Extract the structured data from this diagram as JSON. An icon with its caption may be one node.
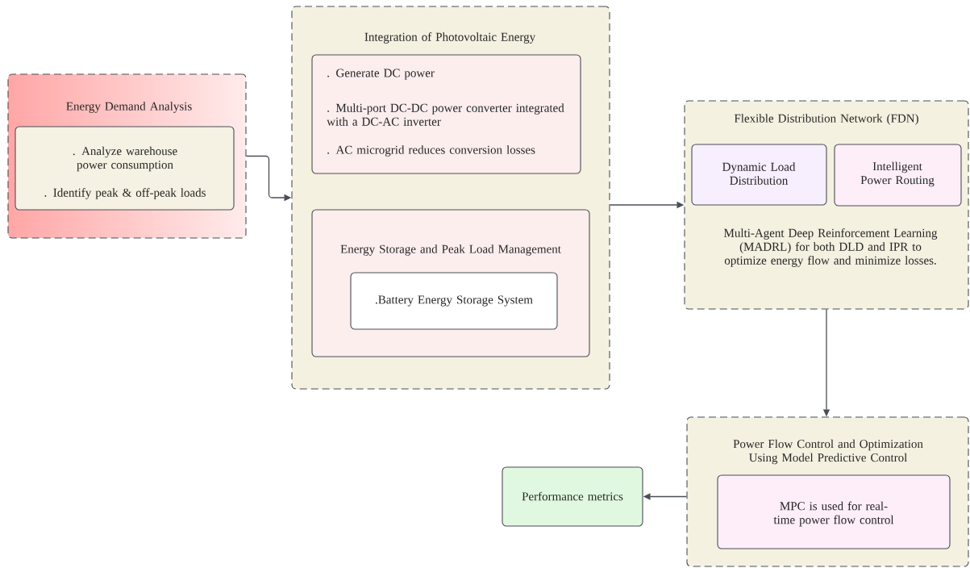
{
  "diagram": {
    "nodes": [
      {
        "text": [
          "Energy Demand  Analysis"
        ]
      },
      {
        "text": [
          ". Analyze warehouse power consumption",
          ". Identify peak & off-peak loads"
        ],
        "in": 0
      },
      {
        "text": [
          "Integration of Photovoltaic Energy"
        ]
      },
      {
        "text": [
          ". Generate DC power",
          ". Multi-port DC-DC power converter integrated with a DC-AC inverter",
          ". AC microgrid reduces conversion losses"
        ],
        "in": 2
      },
      {
        "text": [
          "Energy Storage and Peak Load Management"
        ],
        "in": 2
      },
      {
        "text": [
          ".Battery Energy Storage System"
        ],
        "in": 4
      },
      {
        "text": [
          "Flexible Distribution Network (FDN)",
          "Multi-Agent Deep Reinforcement Learning (MADRL) for both DLD and IPR to optimize energy flow and minimize losses."
        ]
      },
      {
        "text": [
          "Dynamic Load Distribution"
        ],
        "in": 6
      },
      {
        "text": [
          "Intelligent Power Routing"
        ],
        "in": 6
      },
      {
        "text": [
          "Power Flow Control and Optimization Using Model Predictive Control"
        ]
      },
      {
        "text": [
          "MPC is used for real-time power flow control"
        ],
        "in": 9
      },
      {
        "text": [
          "Performance metrics"
        ]
      }
    ],
    "edges": [
      {
        "from": 0,
        "to": 2,
        "arrow": "to"
      },
      {
        "from": 2,
        "to": 6,
        "arrow": "to"
      },
      {
        "from": 6,
        "to": 9,
        "arrow": "to"
      },
      {
        "from": 9,
        "to": 11,
        "arrow": "to"
      }
    ]
  }
}
